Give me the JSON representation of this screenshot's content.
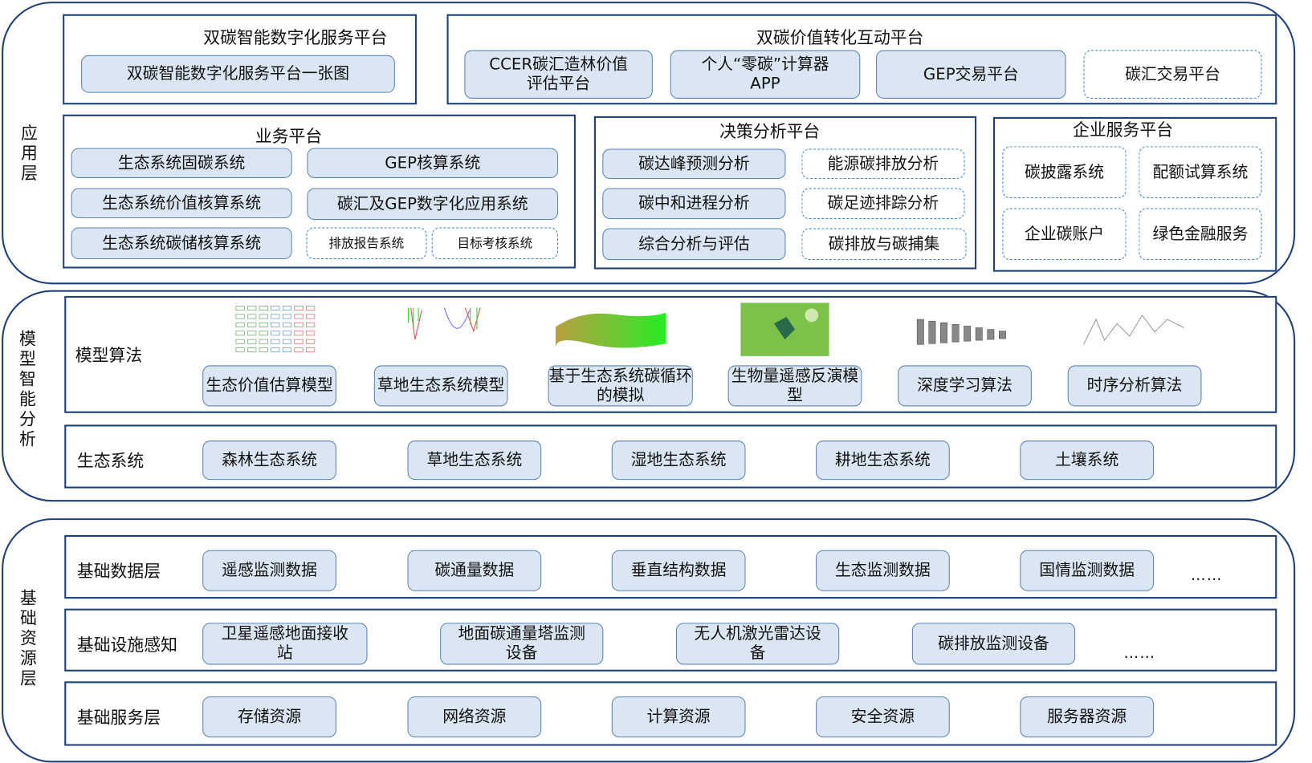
{
  "layers": {
    "application": "应用层",
    "model": "模型智能分析",
    "resource": "基础资源层"
  },
  "app": {
    "digital_platform": {
      "title": "双碳智能数字化服务平台",
      "items": [
        "双碳智能数字化服务平台一张图"
      ]
    },
    "value_platform": {
      "title": "双碳价值转化互动平台",
      "items": [
        "CCER碳汇造林价值评估平台",
        "个人“零碳”计算器APP",
        "GEP交易平台",
        "碳汇交易平台"
      ]
    },
    "business_platform": {
      "title": "业务平台",
      "items": [
        "生态系统固碳系统",
        "GEP核算系统",
        "生态系统价值核算系统",
        "碳汇及GEP数字化应用系统",
        "生态系统碳储核算系统",
        "排放报告系统",
        "目标考核系统"
      ]
    },
    "decision_platform": {
      "title": "决策分析平台",
      "items": [
        "碳达峰预测分析",
        "能源碳排放分析",
        "碳中和进程分析",
        "碳足迹排踪分析",
        "综合分析与评估",
        "碳排放与碳捕集"
      ]
    },
    "enterprise_platform": {
      "title": "企业服务平台",
      "items": [
        "碳披露系统",
        "配额试算系统",
        "企业碳账户",
        "绿色金融服务"
      ]
    }
  },
  "model": {
    "algorithms": {
      "label": "模型算法",
      "items": [
        "生态价值估算模型",
        "草地生态系统模型",
        "基于生态系统碳循环的模拟",
        "生物量遥感反演模型",
        "深度学习算法",
        "时序分析算法"
      ]
    },
    "ecosystems": {
      "label": "生态系统",
      "items": [
        "森林生态系统",
        "草地生态系统",
        "湿地生态系统",
        "耕地生态系统",
        "土壤系统"
      ]
    }
  },
  "resource": {
    "data": {
      "label": "基础数据层",
      "items": [
        "遥感监测数据",
        "碳通量数据",
        "垂直结构数据",
        "生态监测数据",
        "国情监测数据"
      ],
      "more": "……"
    },
    "facility": {
      "label": "基础设施感知",
      "items": [
        "卫星遥感地面接收站",
        "地面碳通量塔监测设备",
        "无人机激光雷达设备",
        "碳排放监测设备"
      ],
      "more": "……"
    },
    "service": {
      "label": "基础服务层",
      "items": [
        "存储资源",
        "网络资源",
        "计算资源",
        "安全资源",
        "服务器资源"
      ]
    }
  }
}
